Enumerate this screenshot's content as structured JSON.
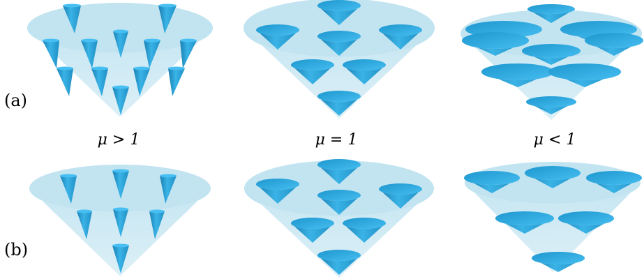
{
  "labels": {
    "row_a": "(a)",
    "row_b": "(b)",
    "mu_greater": "μ > 1",
    "mu_equal": "μ = 1",
    "mu_less": "μ < 1"
  },
  "colors": {
    "big_cone_fill": "#cfe9f3",
    "big_cone_top": "#bfe3f0",
    "small_cone_dark": "#1f8fc4",
    "small_cone_light": "#3ab3e6"
  }
}
